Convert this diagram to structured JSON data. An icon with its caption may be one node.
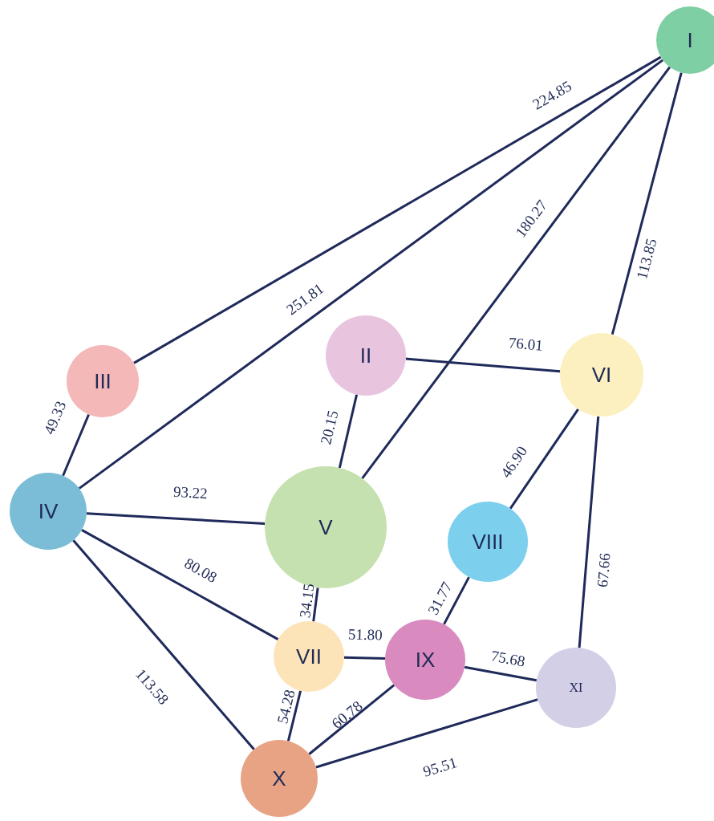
{
  "diagram": {
    "nodes": [
      {
        "text": [
          "I"
        ]
      },
      {
        "text": [
          "II"
        ]
      },
      {
        "text": [
          "III"
        ]
      },
      {
        "text": [
          "IV"
        ]
      },
      {
        "text": [
          "V"
        ]
      },
      {
        "text": [
          "VI"
        ]
      },
      {
        "text": [
          "VII"
        ]
      },
      {
        "text": [
          "VIII"
        ]
      },
      {
        "text": [
          "IX"
        ]
      },
      {
        "text": [
          "X"
        ]
      },
      {
        "text": [
          "XI"
        ]
      }
    ],
    "edges": [
      {
        "from": 0,
        "to": 2,
        "arrow": "none",
        "label": "224.85"
      },
      {
        "from": 0,
        "to": 3,
        "arrow": "none",
        "label": "251.81"
      },
      {
        "from": 0,
        "to": 4,
        "arrow": "none",
        "label": "180.27"
      },
      {
        "from": 0,
        "to": 5,
        "arrow": "none",
        "label": "113.85"
      },
      {
        "from": 2,
        "to": 3,
        "arrow": "none",
        "label": "49.33"
      },
      {
        "from": 1,
        "to": 5,
        "arrow": "none",
        "label": "76.01"
      },
      {
        "from": 1,
        "to": 4,
        "arrow": "none",
        "label": "20.15"
      },
      {
        "from": 3,
        "to": 4,
        "arrow": "none",
        "label": "93.22"
      },
      {
        "from": 3,
        "to": 6,
        "arrow": "none",
        "label": "80.08"
      },
      {
        "from": 3,
        "to": 9,
        "arrow": "none",
        "label": "113.58"
      },
      {
        "from": 5,
        "to": 7,
        "arrow": "none",
        "label": "46.90"
      },
      {
        "from": 5,
        "to": 10,
        "arrow": "none",
        "label": "67.66"
      },
      {
        "from": 4,
        "to": 6,
        "arrow": "none",
        "label": "34.15"
      },
      {
        "from": 6,
        "to": 8,
        "arrow": "none",
        "label": "51.80"
      },
      {
        "from": 7,
        "to": 8,
        "arrow": "none",
        "label": "31.77"
      },
      {
        "from": 8,
        "to": 10,
        "arrow": "none",
        "label": "75.68"
      },
      {
        "from": 6,
        "to": 9,
        "arrow": "none",
        "label": "54.28"
      },
      {
        "from": 8,
        "to": 9,
        "arrow": "none",
        "label": "60.78"
      },
      {
        "from": 9,
        "to": 10,
        "arrow": "none",
        "label": "95.51"
      }
    ]
  }
}
